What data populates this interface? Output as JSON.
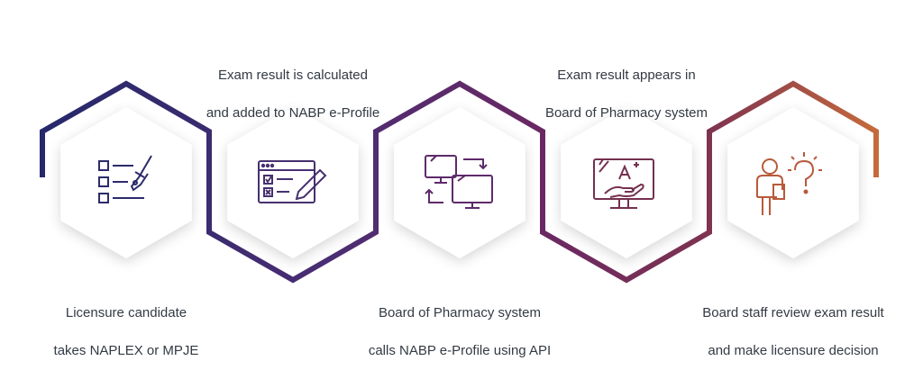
{
  "steps": [
    {
      "caption_lines": [
        "Licensure candidate",
        "takes NAPLEX or MPJE"
      ],
      "icon": "checklist-pen-icon",
      "color": "#2b2b6b"
    },
    {
      "caption_lines": [
        "Exam result is calculated",
        "and added to NABP e-Profile"
      ],
      "icon": "form-pencil-icon",
      "color": "#46306f"
    },
    {
      "caption_lines": [
        "Board of Pharmacy system",
        "calls NABP e-Profile using API"
      ],
      "icon": "sync-monitors-icon",
      "color": "#5e2a6a"
    },
    {
      "caption_lines": [
        "Exam result appears in",
        "Board of Pharmacy system"
      ],
      "icon": "grade-monitor-icon",
      "color": "#74304f"
    },
    {
      "caption_lines": [
        "Board staff review exam result",
        "and make licensure decision"
      ],
      "icon": "staff-idea-icon",
      "color": "#b85a3a"
    }
  ]
}
